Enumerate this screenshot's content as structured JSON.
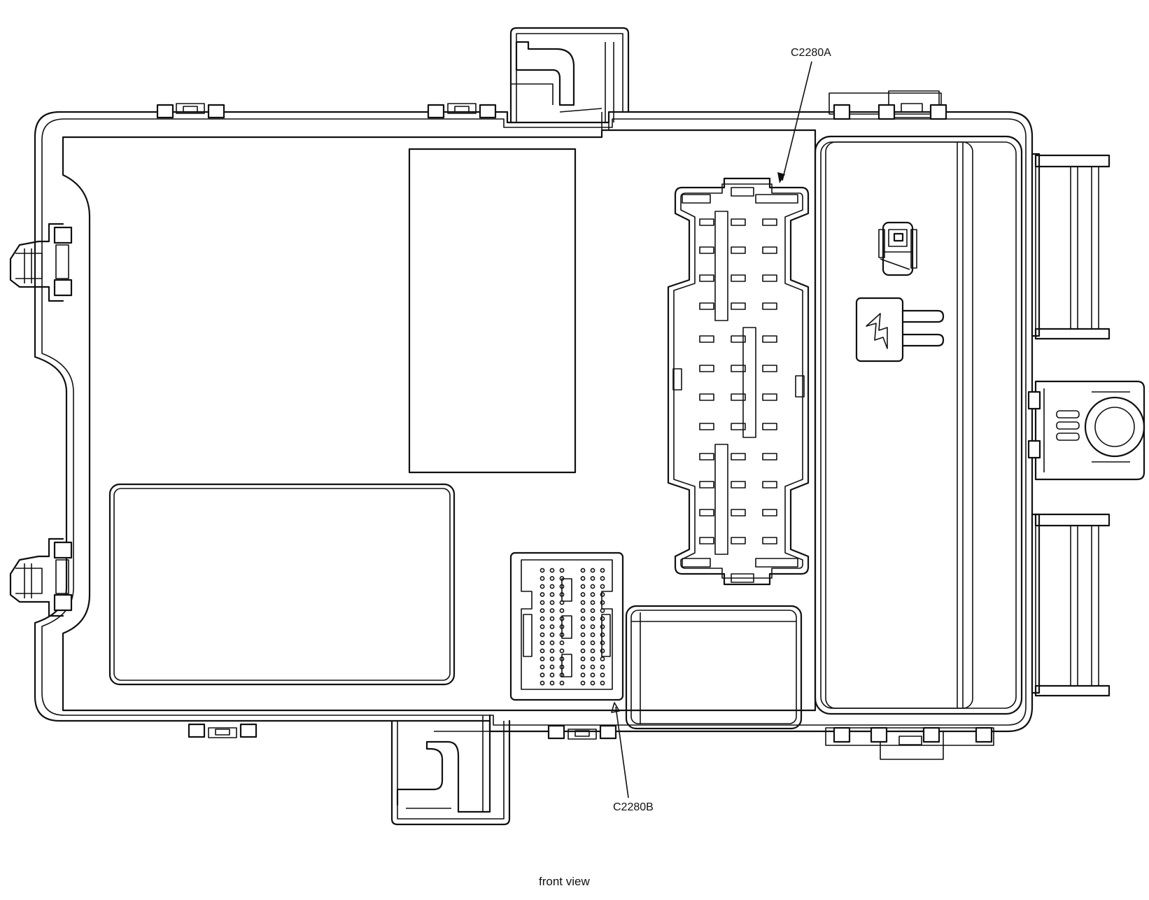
{
  "labels": {
    "connector_a": "C2280A",
    "connector_b": "C2280B",
    "caption": "front view"
  },
  "icons": [
    "relay-symbol-icon",
    "electrical-hazard-icon"
  ]
}
